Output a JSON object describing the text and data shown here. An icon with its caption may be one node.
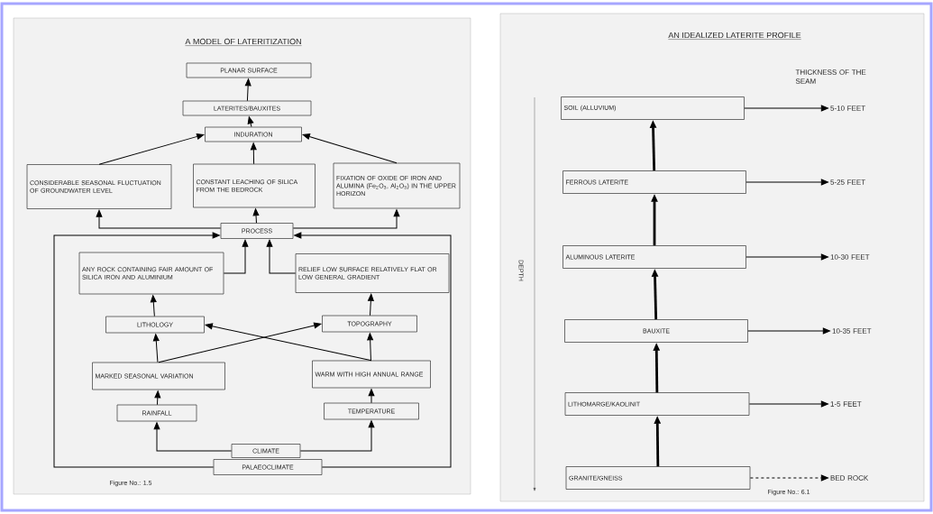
{
  "diagram": {
    "nodes": [
      {
        "text": [
          "PLANAR SURFACE"
        ]
      },
      {
        "text": [
          "LATERITES/BAUXITES"
        ]
      },
      {
        "text": [
          "INDURATION"
        ]
      },
      {
        "text": [
          "CONSIDERABLE SEASONAL FLUCTUATION OF GROUNDWATER LEVEL"
        ]
      },
      {
        "text": [
          "CONSTANT LEACHING OF SILICA FROM THE BEDROCK"
        ]
      },
      {
        "text": [
          "FIXATION OF OXIDE OF IRON AND ALUMINA (Fe$_{2}$O$_{3}$, Al$_{2}$O$_{3}$) IN THE UPPER HORIZON"
        ]
      },
      {
        "text": [
          "PROCESS"
        ]
      },
      {
        "text": [
          "ANY ROCK CONTAINING FAIR AMOUNT OF SILICA IRON AND ALUMINIUM"
        ]
      },
      {
        "text": [
          "RELIEF LOW SURFACE RELATIVELY FLAT OR LOW GENERAL GRADIENT"
        ]
      },
      {
        "text": [
          "LITHOLOGY"
        ]
      },
      {
        "text": [
          "TOPOGRAPHY"
        ]
      },
      {
        "text": [
          "MARKED SEASONAL VARIATION"
        ]
      },
      {
        "text": [
          "WARM WITH HIGH ANNUAL RANGE"
        ]
      },
      {
        "text": [
          "RAINFALL"
        ]
      },
      {
        "text": [
          "TEMPERATURE"
        ]
      },
      {
        "text": [
          "CLIMATE"
        ]
      },
      {
        "text": [
          "PALAEOCLIMATE"
        ]
      },
      {
        "text": [
          "SOIL (ALLUVIUM)"
        ]
      },
      {
        "text": [
          "FERROUS LATERITE"
        ]
      },
      {
        "text": [
          "ALUMINOUS LATERITE"
        ]
      },
      {
        "text": [
          "BAUXITE"
        ]
      },
      {
        "text": [
          "LITHOMARGE/KAOLINIT"
        ]
      },
      {
        "text": [
          "GRANITE/GNEISS"
        ]
      },
      {
        "text": [
          "5-10 FEET"
        ]
      },
      {
        "text": [
          "5-25 FEET"
        ]
      },
      {
        "text": [
          "10-30 FEET"
        ]
      },
      {
        "text": [
          "10-35 FEET"
        ]
      },
      {
        "text": [
          "1-5 FEET"
        ]
      },
      {
        "text": [
          "BED ROCK"
        ]
      }
    ],
    "edges": [
      {
        "from": 1,
        "to": 0,
        "arrow": "to"
      },
      {
        "from": 2,
        "to": 1,
        "arrow": "to"
      },
      {
        "from": 3,
        "to": 2,
        "arrow": "to"
      },
      {
        "from": 4,
        "to": 2,
        "arrow": "to"
      },
      {
        "from": 5,
        "to": 2,
        "arrow": "to"
      },
      {
        "from": 6,
        "to": 3,
        "arrow": "to"
      },
      {
        "from": 6,
        "to": 4,
        "arrow": "to"
      },
      {
        "from": 6,
        "to": 5,
        "arrow": "to"
      },
      {
        "from": 7,
        "to": 6,
        "arrow": "to"
      },
      {
        "from": 8,
        "to": 6,
        "arrow": "to"
      },
      {
        "from": 9,
        "to": 7,
        "arrow": "to"
      },
      {
        "from": 10,
        "to": 8,
        "arrow": "to"
      },
      {
        "from": 11,
        "to": 9,
        "arrow": "to"
      },
      {
        "from": 11,
        "to": 10,
        "arrow": "to"
      },
      {
        "from": 12,
        "to": 10,
        "arrow": "to"
      },
      {
        "from": 12,
        "to": 9,
        "arrow": "to"
      },
      {
        "from": 13,
        "to": 11,
        "arrow": "to"
      },
      {
        "from": 14,
        "to": 12,
        "arrow": "to"
      },
      {
        "from": 15,
        "to": 13,
        "arrow": "to"
      },
      {
        "from": 15,
        "to": 14,
        "arrow": "to"
      },
      {
        "from": 16,
        "to": 6,
        "arrow": "to"
      },
      {
        "from": 16,
        "to": 6,
        "arrow": "to"
      },
      {
        "from": 22,
        "to": 21,
        "arrow": "to",
        "style": "thick"
      },
      {
        "from": 21,
        "to": 20,
        "arrow": "to",
        "style": "thick"
      },
      {
        "from": 20,
        "to": 19,
        "arrow": "to",
        "style": "thick"
      },
      {
        "from": 19,
        "to": 18,
        "arrow": "to",
        "style": "thick"
      },
      {
        "from": 18,
        "to": 17,
        "arrow": "to",
        "style": "thick"
      },
      {
        "from": 17,
        "to": 23,
        "arrow": "to"
      },
      {
        "from": 18,
        "to": 24,
        "arrow": "to"
      },
      {
        "from": 19,
        "to": 25,
        "arrow": "to"
      },
      {
        "from": 20,
        "to": 26,
        "arrow": "to"
      },
      {
        "from": 21,
        "to": 27,
        "arrow": "to"
      },
      {
        "from": 22,
        "to": 28,
        "arrow": "to",
        "style": "dashed"
      }
    ],
    "labels": [
      "A MODEL OF LATERITIZATION",
      "Figure No.: 1.5",
      "AN IDEALIZED LATERITE PROFILE",
      "THICKNESS OF THE SEAM",
      "DEPTH",
      "Figure No.: 6.1"
    ]
  }
}
